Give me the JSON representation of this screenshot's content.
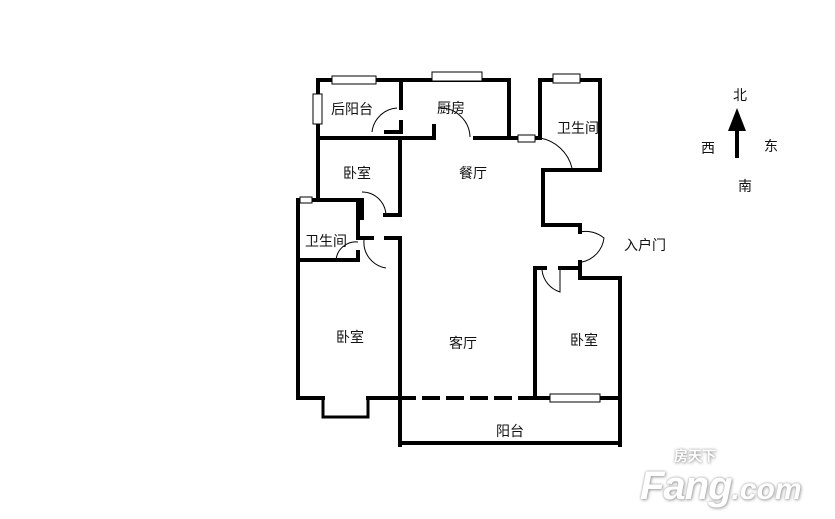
{
  "rooms": {
    "rear_balcony": "后阳台",
    "kitchen": "厨房",
    "bathroom_1": "卫生间",
    "dining": "餐厅",
    "bedroom_small": "卧室",
    "bathroom_2": "卫生间",
    "entrance": "入户门",
    "bedroom_left": "卧室",
    "living": "客厅",
    "bedroom_right": "卧室",
    "balcony": "阳台"
  },
  "compass": {
    "north": "北",
    "west": "西",
    "east": "东",
    "south": "南"
  },
  "watermark": {
    "brand": "Fang",
    "domain": ".com",
    "chinese": "房天下"
  }
}
